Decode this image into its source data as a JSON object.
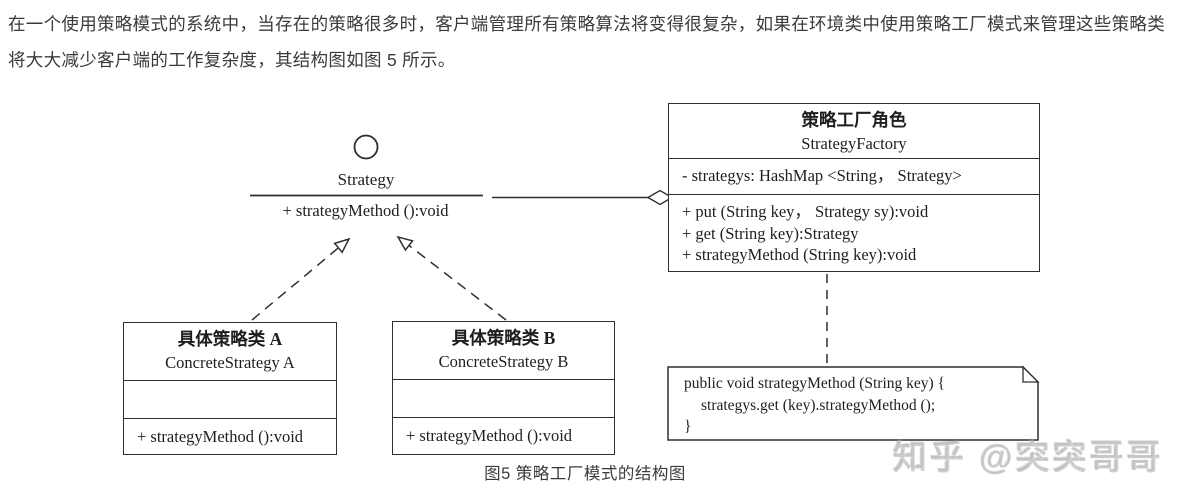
{
  "page": {
    "background": "#ffffff",
    "line_color": "#2f2f2f",
    "text_color": "#3b3b3b"
  },
  "intro": {
    "line1": "在一个使用策略模式的系统中，当存在的策略很多时，客户端管理所有策略算法将变得很复杂，如果在环境类中使用策略工厂模式来管理这些策略类",
    "line2": "将大大减少客户端的工作复杂度，其结构图如图 5 所示。"
  },
  "diagram": {
    "strategy_interface": {
      "name": "Strategy",
      "method": "+ strategyMethod ():void"
    },
    "factory_class": {
      "title_cn": "策略工厂角色",
      "title_en": "StrategyFactory",
      "attribute": "- strategys: HashMap <String， Strategy>",
      "methods": [
        "+ put (String key， Strategy sy):void",
        "+ get (String key):Strategy",
        "+ strategyMethod (String key):void"
      ]
    },
    "concrete_a": {
      "title_cn": "具体策略类 A",
      "title_en": "ConcreteStrategy A",
      "method": "+ strategyMethod ():void"
    },
    "concrete_b": {
      "title_cn": "具体策略类 B",
      "title_en": "ConcreteStrategy B",
      "method": "+ strategyMethod ():void"
    },
    "note": {
      "line1": "public void strategyMethod (String key) {",
      "line2": "strategys.get (key).strategyMethod ();",
      "line3": "}"
    },
    "relationships": {
      "aggregation": "Strategy ◇— StrategyFactory",
      "realization_a": "ConcreteStrategy A ..▷ Strategy",
      "realization_b": "ConcreteStrategy B ..▷ Strategy",
      "note_link": "StrategyFactory ... note"
    }
  },
  "caption": "图5 策略工厂模式的结构图",
  "watermark": "知乎 @突突哥哥"
}
